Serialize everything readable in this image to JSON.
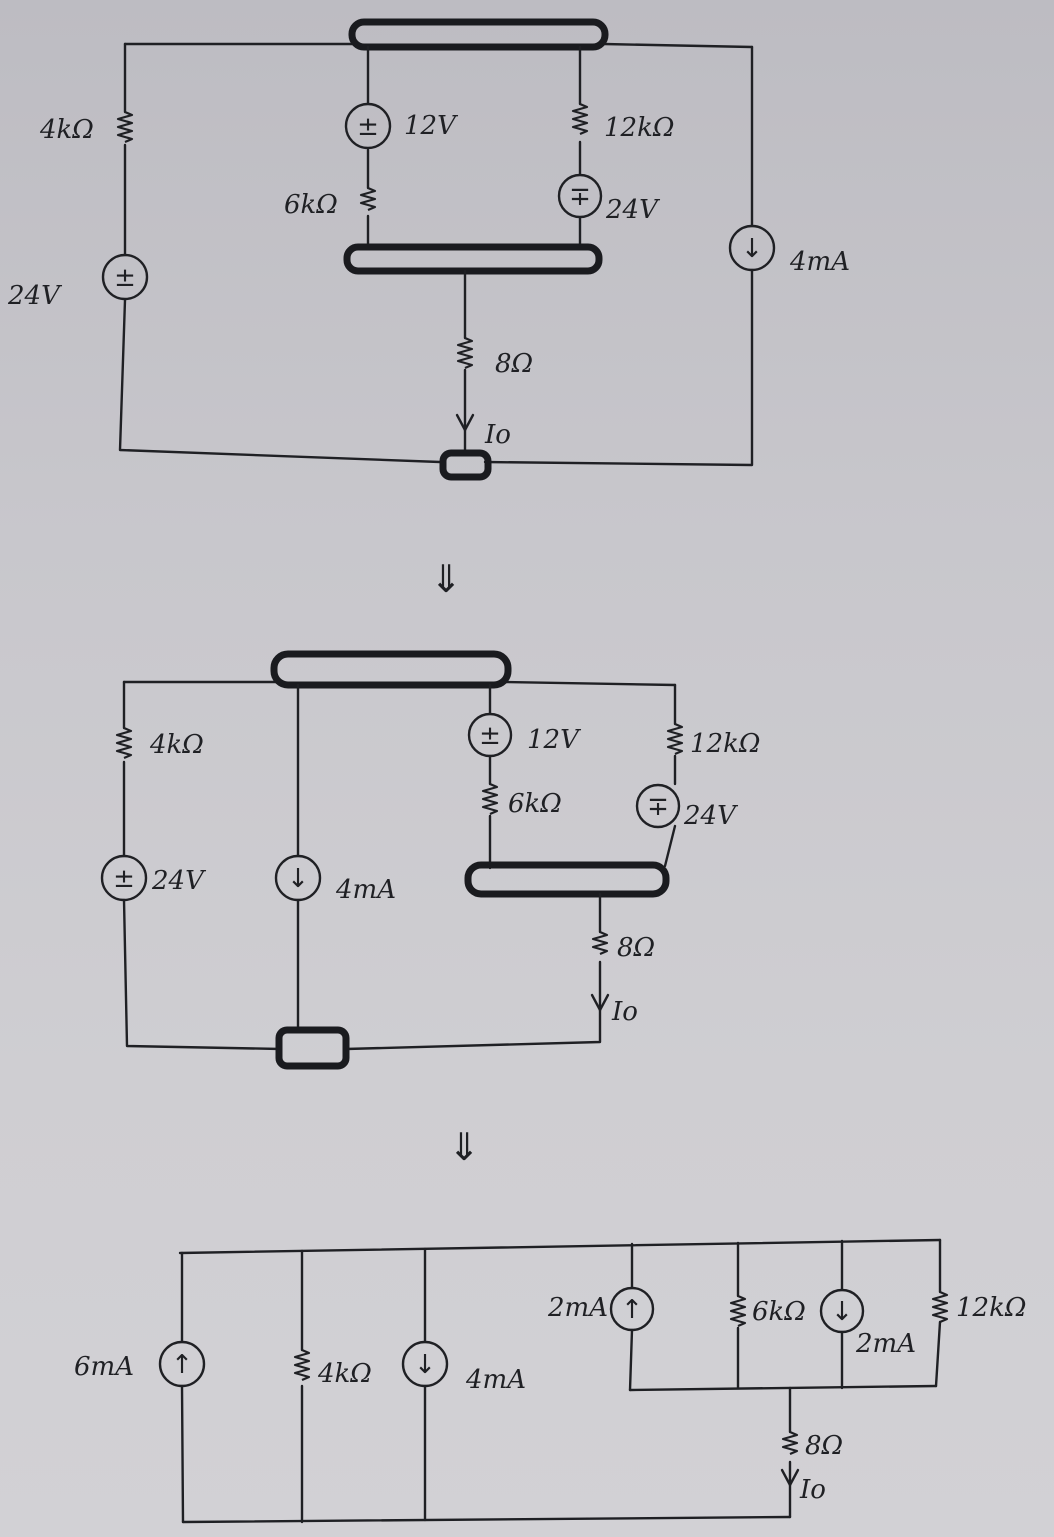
{
  "circuit1": {
    "r_left": "4kΩ",
    "v_left": "24V",
    "v_left_glyph": "±",
    "v_mid": "12V",
    "v_mid_glyph": "±",
    "r_mid": "6kΩ",
    "r_right": "12kΩ",
    "v_right": "24V",
    "v_right_glyph": "∓",
    "i_src": "4mA",
    "i_src_glyph": "↓",
    "r_load": "8Ω",
    "current": "Io"
  },
  "transform_arrow_1": "⇓",
  "circuit2": {
    "r_left": "4kΩ",
    "v_left": "24V",
    "v_left_glyph": "±",
    "i_src": "4mA",
    "i_src_glyph": "↓",
    "v_mid": "12V",
    "v_mid_glyph": "±",
    "r_mid": "6kΩ",
    "r_right": "12kΩ",
    "v_right": "24V",
    "v_right_glyph": "∓",
    "r_load": "8Ω",
    "current": "Io"
  },
  "transform_arrow_2": "⇓",
  "circuit3": {
    "i_left": "6mA",
    "i_left_glyph": "↑",
    "r_left": "4kΩ",
    "i_mid": "4mA",
    "i_mid_glyph": "↓",
    "i_a": "2mA",
    "i_a_glyph": "↑",
    "r_a": "6kΩ",
    "i_b": "2mA",
    "i_b_glyph": "↓",
    "r_b": "12kΩ",
    "r_load": "8Ω",
    "current": "Io"
  }
}
